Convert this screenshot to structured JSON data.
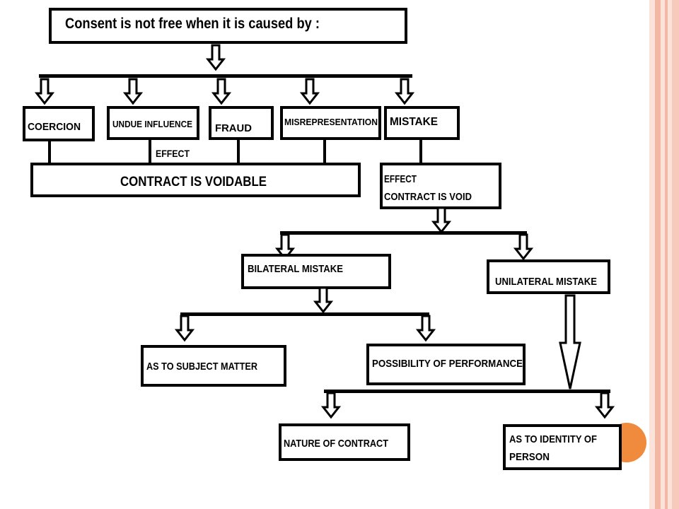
{
  "title": "Consent is not free when it is caused by :",
  "causes": [
    "COERCION",
    "UNDUE INFLUENCE",
    "FRAUD",
    "MISREPRESENTATION",
    "MISTAKE"
  ],
  "effect_label": "EFFECT",
  "voidable": "CONTRACT IS VOIDABLE",
  "mistake_effect": [
    "EFFECT",
    "CONTRACT IS VOID"
  ],
  "mistake_types": [
    "BILATERAL MISTAKE",
    "UNILATERAL MISTAKE"
  ],
  "bilateral_children": [
    "AS TO SUBJECT MATTER",
    "POSSIBILITY OF PERFORMANCE"
  ],
  "unilateral_children": [
    "NATURE OF CONTRACT",
    "AS TO IDENTITY OF",
    "PERSON"
  ],
  "colors": {
    "line": "#000000",
    "box_fill": "#ffffff",
    "accent_orange": "#f08a3c",
    "edge_pink": "#f4c2b2",
    "edge_peach": "#f9ddd2"
  }
}
